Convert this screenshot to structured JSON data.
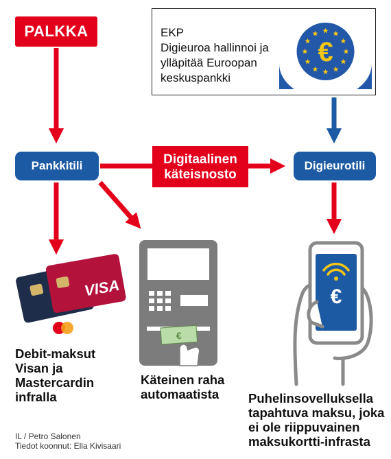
{
  "salary": {
    "label": "PALKKA"
  },
  "bank_account": {
    "label": "Pankkitili"
  },
  "digital_euro_account": {
    "label": "Digieurotili"
  },
  "cash_withdrawal": {
    "line1": "Digitaalinen",
    "line2": "käteisnosto"
  },
  "ecb": {
    "title": "EKP",
    "description": "Digieuroa hallinnoi ja\nylläpitää Euroopan\nkeskuspankki",
    "logo_icon": "euro-stars-icon"
  },
  "outcomes": {
    "debit": {
      "caption": "Debit-maksut\nVisan ja\nMastercardin\ninfralla",
      "card_brand": "VISA"
    },
    "atm": {
      "caption": "Käteinen raha\nautomaatista"
    },
    "phone": {
      "caption": "Puhelinsovelluksella\ntapahtuva maksu, joka\nei ole riippuvainen\nmaksukortti-infrasta"
    }
  },
  "credits": "IL / Petro Salonen\nTiedot koonnut: Ella Kivisaari",
  "colors": {
    "red": "#e3001b",
    "blue": "#1c5ba3",
    "gray": "#7c7c7c",
    "card_red": "#b3123a",
    "card_navy": "#1e2d4a"
  }
}
